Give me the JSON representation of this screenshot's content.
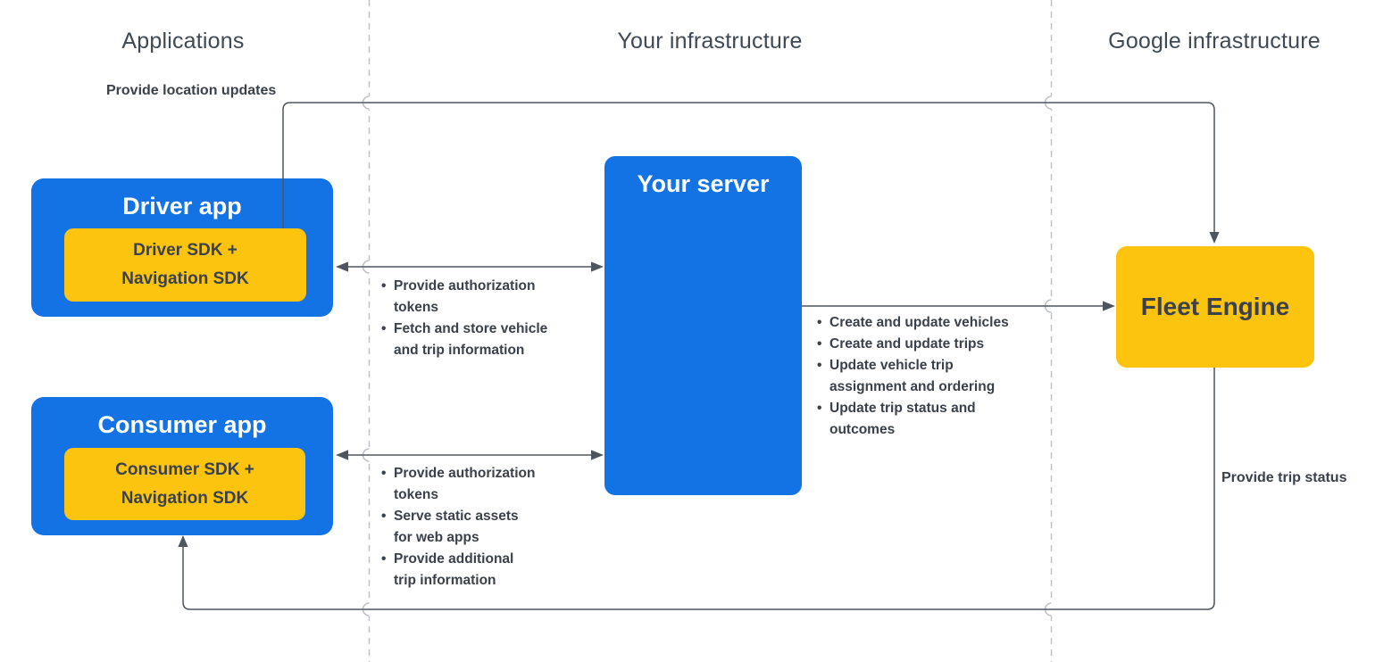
{
  "columns": {
    "applications": "Applications",
    "your_infrastructure": "Your infrastructure",
    "google_infrastructure": "Google infrastructure"
  },
  "nodes": {
    "driver_app": {
      "title": "Driver app",
      "sdk": "Driver SDK +\nNavigation SDK"
    },
    "consumer_app": {
      "title": "Consumer app",
      "sdk": "Consumer SDK +\nNavigation SDK"
    },
    "your_server": {
      "title": "Your server"
    },
    "fleet_engine": {
      "title": "Fleet Engine"
    }
  },
  "edge_labels": {
    "provide_location_updates": "Provide location updates",
    "provide_trip_status": "Provide trip status"
  },
  "lists": {
    "driver_server": [
      "Provide authorization\ntokens",
      "Fetch and store vehicle\nand trip information"
    ],
    "server_fleet": [
      "Create and update vehicles",
      "Create and update trips",
      "Update vehicle trip\nassignment and ordering",
      "Update trip status and\noutcomes"
    ],
    "consumer_server": [
      "Provide authorization\ntokens",
      "Serve static assets\nfor web apps",
      "Provide additional\ntrip information"
    ]
  },
  "colors": {
    "blue": "#1372E4",
    "yellow": "#FCC30F",
    "ink": "#3A414B",
    "header": "#3F4955",
    "line": "#4E555E",
    "dash": "#BDC2C9"
  }
}
